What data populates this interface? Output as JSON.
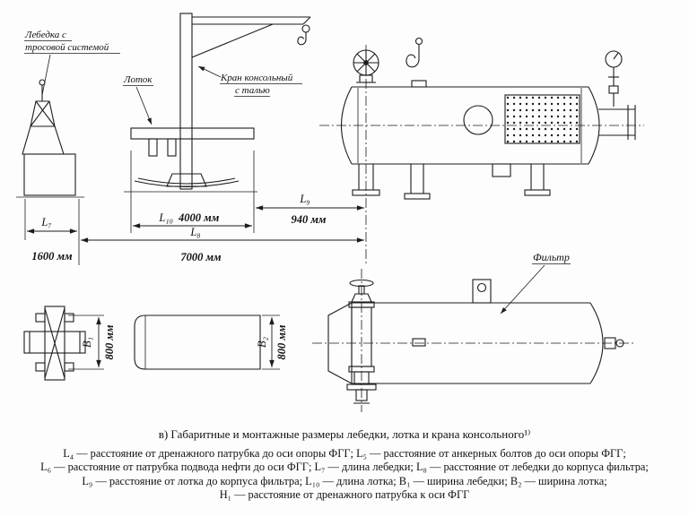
{
  "drawing": {
    "winch_label_1": "Лебедка с",
    "winch_label_2": "тросовой системой",
    "tray_label": "Лоток",
    "crane_label_1": "Кран консольный",
    "crane_label_2": "с талью",
    "filter_label": "Фильтр",
    "dims": {
      "L7": {
        "label": "L₇",
        "value": "1600 мм"
      },
      "L8": {
        "label": "L₈",
        "value": "7000 мм"
      },
      "L9": {
        "label": "L₉",
        "value": "940 мм"
      },
      "L10": {
        "label": "L₁₀",
        "value": "4000 мм"
      },
      "B1": {
        "label": "B₁",
        "value": "800 мм"
      },
      "B2": {
        "label": "B₂",
        "value": "800 мм"
      }
    }
  },
  "caption": "в) Габаритные и монтажные размеры лебедки, лотка и крана консольного¹⁾",
  "legend": [
    "L₄ — расстояние от дренажного патрубка до оси опоры ФГГ; L₅ — расстояние от анкерных болтов до оси опоры ФГГ;",
    "L₆ — расстояние от патрубка подвода нефти до оси ФГГ; L₇ — длина лебедки; L₈ — расстояние от лебедки до корпуса фильтра;",
    "L₉ — расстояние от лотка до корпуса фильтра; L₁₀ — длина лотка; B₁ — ширина лебедки; B₂ — ширина лотка;",
    "H₁ — расстояние от дренажного патрубка к оси ФГГ"
  ]
}
